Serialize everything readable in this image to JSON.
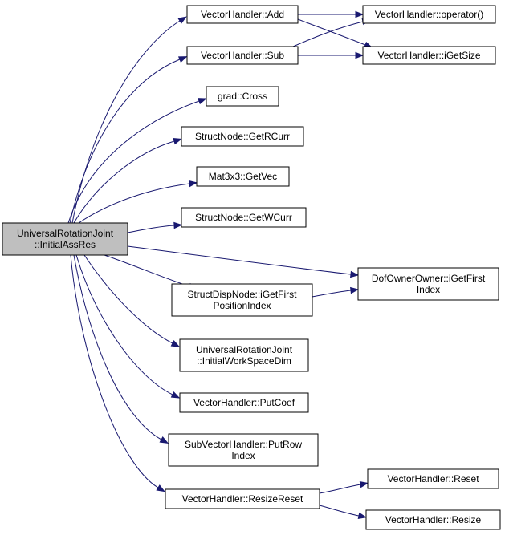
{
  "graph": {
    "edge_color": "#191970",
    "root_fill": "#bfbfbf",
    "nodes": {
      "root": [
        "UniversalRotationJoint",
        "::InitialAssRes"
      ],
      "add": [
        "VectorHandler::Add"
      ],
      "sub": [
        "VectorHandler::Sub"
      ],
      "operator": [
        "VectorHandler::operator()"
      ],
      "igetsize": [
        "VectorHandler::iGetSize"
      ],
      "cross": [
        "grad::Cross"
      ],
      "getrcurr": [
        "StructNode::GetRCurr"
      ],
      "getvec": [
        "Mat3x3::GetVec"
      ],
      "getwcurr": [
        "StructNode::GetWCurr"
      ],
      "dofowner": [
        "DofOwnerOwner::iGetFirst",
        "Index"
      ],
      "structdisp": [
        "StructDispNode::iGetFirst",
        "PositionIndex"
      ],
      "workspace": [
        "UniversalRotationJoint",
        "::InitialWorkSpaceDim"
      ],
      "putcoef": [
        "VectorHandler::PutCoef"
      ],
      "putrow": [
        "SubVectorHandler::PutRow",
        "Index"
      ],
      "resizereset": [
        "VectorHandler::ResizeReset"
      ],
      "reset": [
        "VectorHandler::Reset"
      ],
      "resize": [
        "VectorHandler::Resize"
      ]
    },
    "edges": [
      [
        "root",
        "add"
      ],
      [
        "root",
        "sub"
      ],
      [
        "root",
        "cross"
      ],
      [
        "root",
        "getrcurr"
      ],
      [
        "root",
        "getvec"
      ],
      [
        "root",
        "getwcurr"
      ],
      [
        "root",
        "dofowner"
      ],
      [
        "root",
        "structdisp"
      ],
      [
        "root",
        "workspace"
      ],
      [
        "root",
        "putcoef"
      ],
      [
        "root",
        "putrow"
      ],
      [
        "root",
        "resizereset"
      ],
      [
        "add",
        "operator"
      ],
      [
        "add",
        "igetsize"
      ],
      [
        "sub",
        "operator"
      ],
      [
        "sub",
        "igetsize"
      ],
      [
        "structdisp",
        "dofowner"
      ],
      [
        "resizereset",
        "reset"
      ],
      [
        "resizereset",
        "resize"
      ]
    ]
  }
}
